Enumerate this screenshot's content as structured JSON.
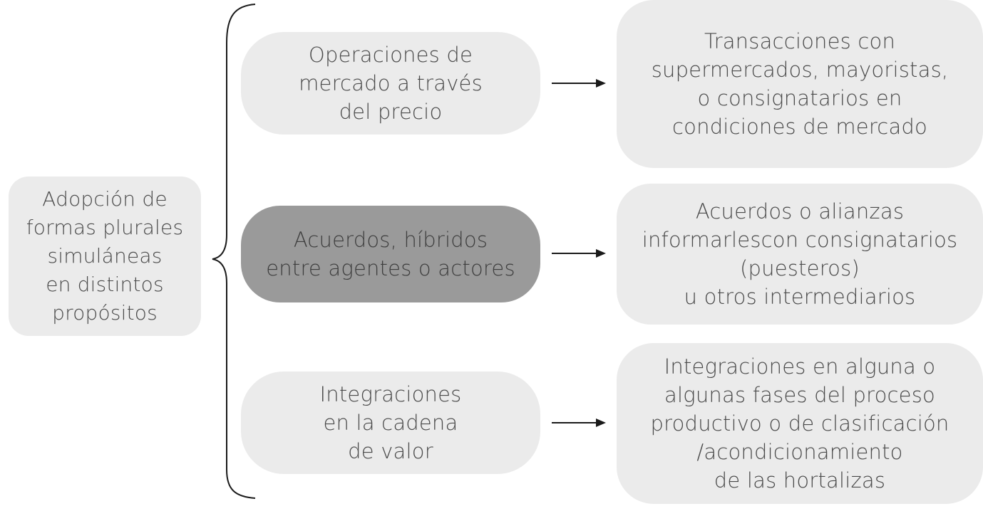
{
  "root": {
    "text": "Adopción de\nformas plurales\nsimuláneas\nen distintos\npropósitos"
  },
  "branches": [
    {
      "label": "Operaciones de\nmercado a través\ndel precio",
      "detail": "Transacciones con\nsupermercados, mayoristas,\no consignatarios en\ncondiciones de mercado"
    },
    {
      "label": "Acuerdos, híbridos\nentre agentes o actores",
      "detail": "Acuerdos o alianzas\ninformarlescon consignatarios\n(puesteros)\nu otros intermediarios"
    },
    {
      "label": "Integraciones\nen la cadena\nde valor",
      "detail": "Integraciones en alguna o\nalgunas fases del proceso\nproductivo o de clasificación\n/acondicionamiento\nde las hortalizas"
    }
  ],
  "colors": {
    "box_light": "#ebebeb",
    "box_highlight": "#9a9a9a",
    "text": "#4a4a4a",
    "lines": "#1a1a1a"
  }
}
